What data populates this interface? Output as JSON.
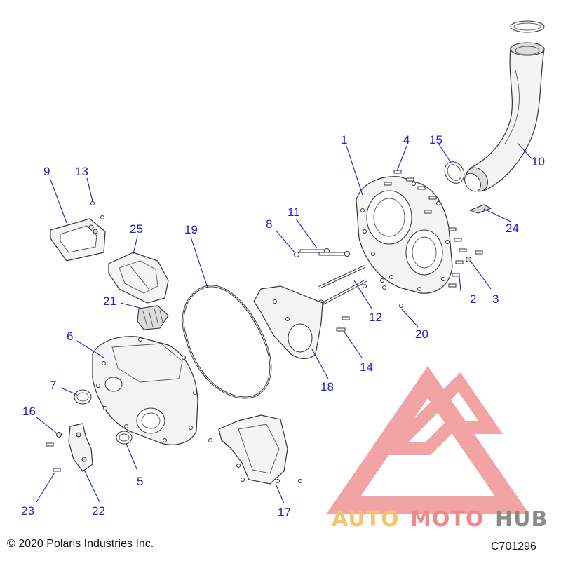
{
  "callouts": {
    "c1": "1",
    "c2": "2",
    "c3": "3",
    "c4": "4",
    "c5": "5",
    "c6": "6",
    "c7": "7",
    "c8": "8",
    "c9": "9",
    "c10": "10",
    "c11": "11",
    "c12": "12",
    "c13": "13",
    "c14": "14",
    "c15": "15",
    "c16": "16",
    "c17": "17",
    "c18": "18",
    "c19": "19",
    "c20": "20",
    "c21": "21",
    "c22": "22",
    "c23": "23",
    "c24": "24",
    "c25": "25"
  },
  "footer": {
    "copyright": "© 2020 Polaris Industries Inc.",
    "diagram_code": "C701296"
  },
  "watermark": {
    "part1": "AUTO",
    "part2": "MOTO",
    "part3": "HUB",
    "color_orange": "#f6c46a",
    "color_red": "#f08a8a",
    "color_gray": "#8a8a8a"
  },
  "colors": {
    "callout": "#1a22c8"
  }
}
